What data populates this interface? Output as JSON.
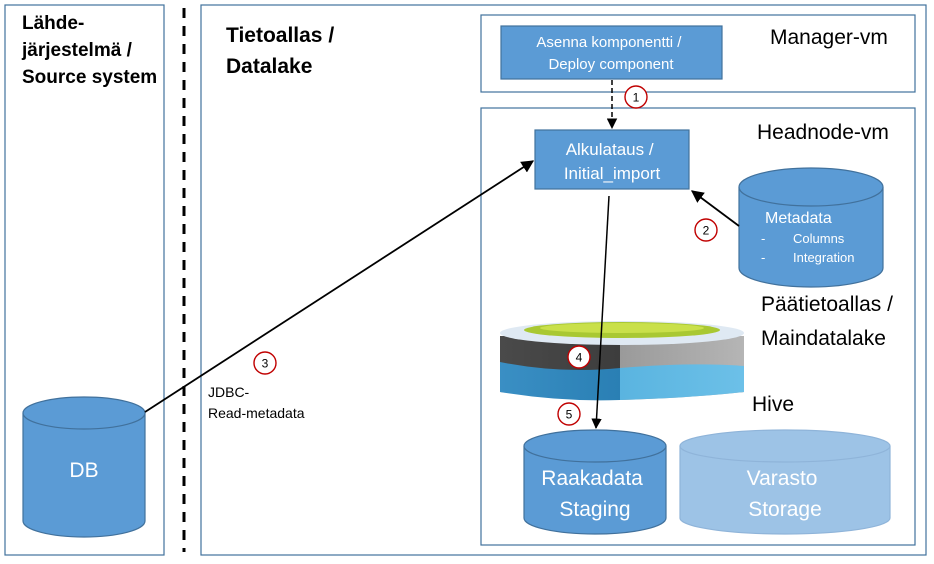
{
  "source": {
    "title_lines": [
      "Lähde-",
      "järjestelmä /",
      "Source system"
    ],
    "db_label": "DB"
  },
  "datalake": {
    "title_lines": [
      "Tietoallas /",
      "Datalake"
    ]
  },
  "manager": {
    "title": "Manager-vm",
    "deploy_lines": [
      "Asenna komponentti /",
      "Deploy component"
    ]
  },
  "headnode": {
    "title": "Headnode-vm",
    "initial_import_lines": [
      "Alkulataus /",
      "Initial_import"
    ],
    "metadata": {
      "title": "Metadata",
      "bullets": [
        "Columns",
        "Integration"
      ]
    },
    "maindatalake_lines": [
      "Päätietoallas /",
      "Maindatalake"
    ],
    "hive": "Hive",
    "staging_lines": [
      "Raakadata",
      "Staging"
    ],
    "storage_lines": [
      "Varasto",
      "Storage"
    ]
  },
  "jdbc_lines": [
    "JDBC-",
    "Read-metadata"
  ],
  "steps": [
    "1",
    "2",
    "3",
    "4",
    "5"
  ],
  "colors": {
    "box_border": "#41719c",
    "component_fill": "#5b9bd5",
    "storage_fill": "#9dc3e6",
    "step_ring": "#c00000",
    "lake_top": "#a9c832"
  }
}
